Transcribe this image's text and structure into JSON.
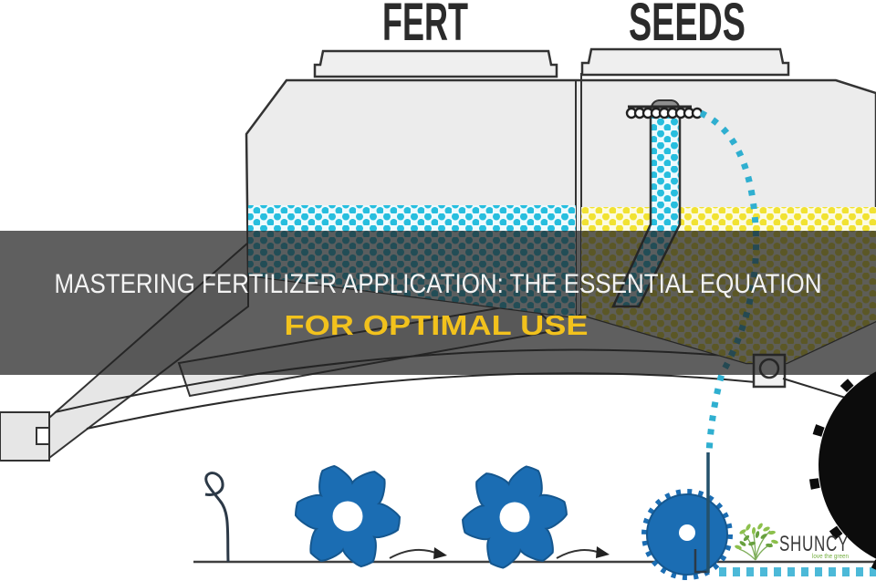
{
  "diagram": {
    "hopper_labels": {
      "fert": "FERT",
      "seeds": "SEEDS"
    },
    "banner": {
      "title": "MASTERING FERTILIZER APPLICATION: THE ESSENTIAL EQUATION",
      "subtitle": "FOR OPTIMAL USE",
      "title_color": "#f3f3f3",
      "subtitle_color": "#f2c21d",
      "overlay_color": "#212121"
    },
    "materials": {
      "fertilizer_dot_color": "#27bede",
      "seed_dot_color": "#f1e232",
      "flow_path_color": "#2fafd0",
      "gear_color": "#1b6db3",
      "machine_fill": "#ececec",
      "outline_color": "#333333"
    },
    "logo": {
      "brand": "SHUNCY",
      "tagline": "love the green",
      "brand_color": "#3a3a3a",
      "tagline_color": "#76b043"
    }
  }
}
